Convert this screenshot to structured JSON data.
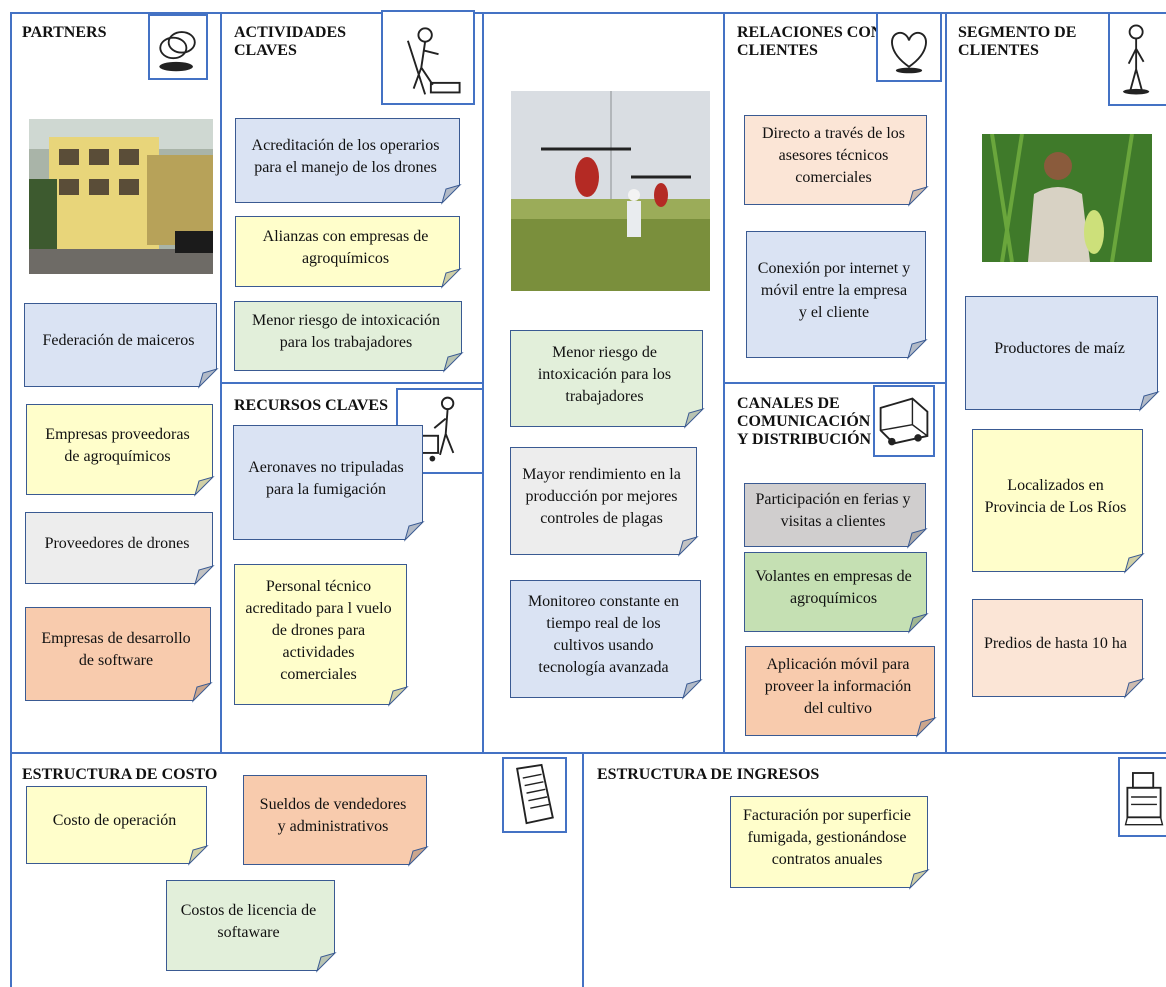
{
  "sections": {
    "partners": "PARTNERS",
    "actividades": "ACTIVIDADES CLAVES",
    "relaciones": "RELACIONES CON CLIENTES",
    "segmento": "SEGMENTO DE CLIENTES",
    "recursos": "RECURSOS CLAVES",
    "canales": "CANALES DE COMUNICACIÓN Y DISTRIBUCIÓN",
    "costo": "ESTRUCTURA DE COSTO",
    "ingresos": "ESTRUCTURA DE INGRESOS"
  },
  "partners_notes": [
    "Federación de maiceros",
    "Empresas proveedoras de agroquímicos",
    "Proveedores de drones",
    "Empresas de desarrollo de software"
  ],
  "actividades_notes": [
    "Acreditación de los operarios para el manejo de los drones",
    "Alianzas con empresas de agroquímicos",
    "Menor riesgo de intoxicación para los trabajadores"
  ],
  "recursos_notes": [
    "Aeronaves no tripuladas para la fumigación",
    "Personal técnico acreditado para l vuelo de drones para actividades comerciales"
  ],
  "propuesta_notes": [
    "Menor riesgo de intoxicación para los trabajadores",
    "Mayor rendimiento en la producción por mejores controles de plagas",
    "Monitoreo constante en tiempo real de los cultivos usando tecnología avanzada"
  ],
  "relaciones_notes": [
    "Directo a través de los asesores técnicos comerciales",
    "Conexión por internet y móvil entre la empresa y el cliente"
  ],
  "canales_notes": [
    "Participación en ferias y visitas a clientes",
    "Volantes en empresas de agroquímicos",
    "Aplicación móvil para proveer la información del cultivo"
  ],
  "segmento_notes": [
    "Productores de maíz",
    "Localizados en Provincia de Los Ríos",
    "Predios de hasta 10 ha"
  ],
  "costo_notes": [
    "Costo de operación",
    "Sueldos de vendedores y administrativos",
    "Costos de licencia de softaware"
  ],
  "ingresos_notes": [
    "Facturación por superficie fumigada, gestionándose contratos anuales"
  ],
  "icons": [
    "rings-icon",
    "digging-person-icon",
    "heart-icon",
    "standing-person-icon",
    "cart-person-icon",
    "truck-icon",
    "document-icon",
    "cash-register-icon"
  ],
  "photos": [
    "partners-building-photo",
    "drone-field-photo",
    "farmer-corn-photo"
  ],
  "colors": {
    "border": "#4472c4",
    "blue": "#dae3f3",
    "yellow": "#fffecb",
    "green": "#e2efda",
    "gray": "#ededed",
    "orange": "#f8cbad",
    "peach": "#fbe5d6"
  }
}
